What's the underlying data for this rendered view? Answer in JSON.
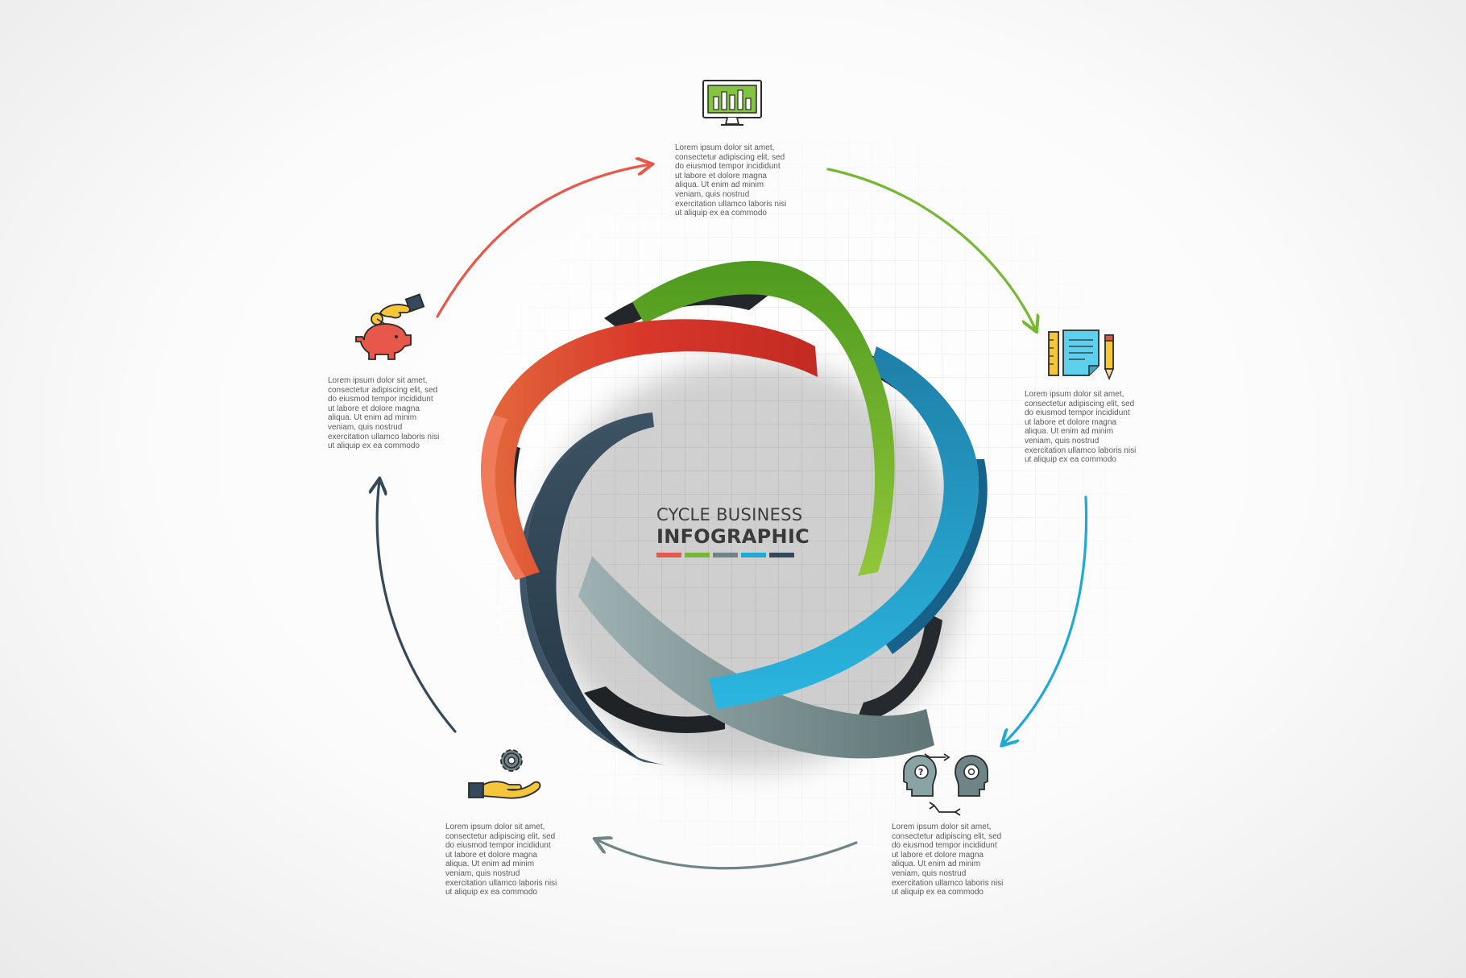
{
  "title": {
    "line1": "CYCLE BUSINESS",
    "line2": "INFOGRAPHIC"
  },
  "colors": {
    "red": "#e8493a",
    "green": "#72b52b",
    "slate": "#6f8486",
    "blue": "#1aa3d0",
    "navy": "#2f4453"
  },
  "legend_bar_colors": [
    "#e8584a",
    "#77b833",
    "#6f8486",
    "#1fa9d6",
    "#34495c"
  ],
  "steps": [
    {
      "position": "top",
      "icon": "monitor-chart-icon",
      "color": "#72b52b",
      "text": "Lorem ipsum dolor sit amet,\nconsectetur adipiscing elit, sed\ndo eiusmod tempor incididunt\nut labore et dolore magna\naliqua. Ut enim ad minim\nveniam, quis nostrud\nexercitation ullamco laboris nisi\nut aliquip ex ea commodo"
    },
    {
      "position": "right",
      "icon": "notes-ruler-pencil-icon",
      "color": "#1aa3d0",
      "text": "Lorem ipsum dolor sit amet,\nconsectetur adipiscing elit, sed\ndo eiusmod tempor incididunt\nut labore et dolore magna\naliqua. Ut enim ad minim\nveniam, quis nostrud\nexercitation ullamco laboris nisi\nut aliquip ex ea commodo"
    },
    {
      "position": "bottom-right",
      "icon": "heads-exchange-icon",
      "color": "#6f8486",
      "text": "Lorem ipsum dolor sit amet,\nconsectetur adipiscing elit, sed\ndo eiusmod tempor incididunt\nut labore et dolore magna\naliqua. Ut enim ad minim\nveniam, quis nostrud\nexercitation ullamco laboris nisi\nut aliquip ex ea commodo"
    },
    {
      "position": "bottom-left",
      "icon": "hand-gear-icon",
      "color": "#2f4453",
      "text": "Lorem ipsum dolor sit amet,\nconsectetur adipiscing elit, sed\ndo eiusmod tempor incididunt\nut labore et dolore magna\naliqua. Ut enim ad minim\nveniam, quis nostrud\nexercitation ullamco laboris nisi\nut aliquip ex ea commodo"
    },
    {
      "position": "left",
      "icon": "piggy-bank-coin-icon",
      "color": "#e8493a",
      "text": "Lorem ipsum dolor sit amet,\nconsectetur adipiscing elit, sed\ndo eiusmod tempor incididunt\nut labore et dolore magna\naliqua. Ut enim ad minim\nveniam, quis nostrud\nexercitation ullamco laboris nisi\nut aliquip ex ea commodo"
    }
  ]
}
